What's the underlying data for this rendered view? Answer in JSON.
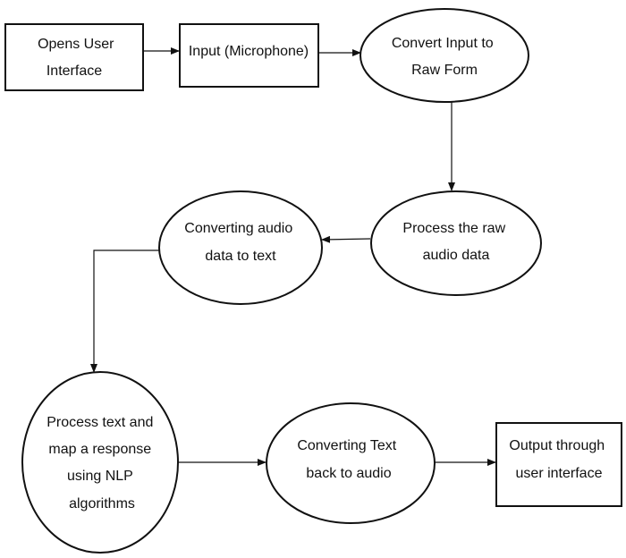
{
  "colors": {
    "stroke": "#111111",
    "fill": "#ffffff",
    "text": "#111111"
  },
  "nodes": {
    "opens_ui": {
      "lines": [
        "Opens User",
        "Interface"
      ]
    },
    "input_mic": {
      "lines": [
        "Input (Microphone)"
      ]
    },
    "convert_raw": {
      "lines": [
        "Convert Input to",
        "Raw Form"
      ]
    },
    "process_raw": {
      "lines": [
        "Process the raw",
        "audio data"
      ]
    },
    "audio_to_text": {
      "lines": [
        "Converting audio",
        "data to text"
      ]
    },
    "process_text_nlp": {
      "lines": [
        "Process text and",
        "map a response",
        "using NLP",
        "algorithms"
      ]
    },
    "text_to_audio": {
      "lines": [
        "Converting Text",
        "back to audio"
      ]
    },
    "output_ui": {
      "lines": [
        "Output through",
        "user interface"
      ]
    }
  }
}
